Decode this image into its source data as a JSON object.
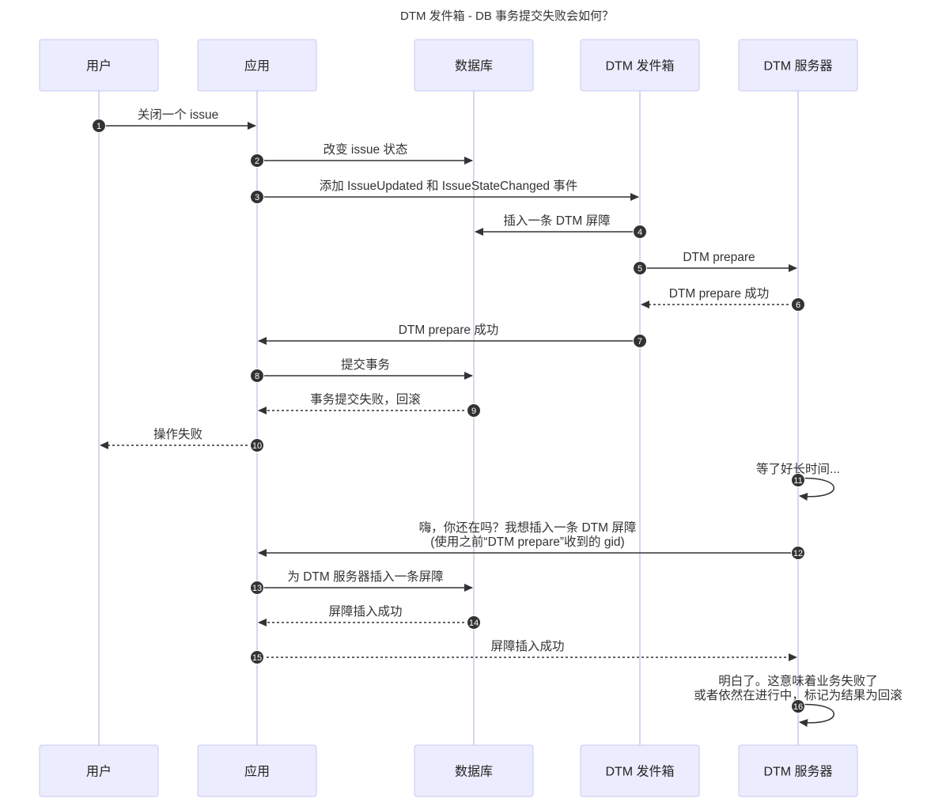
{
  "title": "DTM 发件箱 - DB 事务提交失败会如何？",
  "participants": [
    {
      "id": "user",
      "label": "用户"
    },
    {
      "id": "app",
      "label": "应用"
    },
    {
      "id": "db",
      "label": "数据库"
    },
    {
      "id": "outbox",
      "label": "DTM 发件箱"
    },
    {
      "id": "server",
      "label": "DTM 服务器"
    }
  ],
  "messages": [
    {
      "num": "1",
      "from": "user",
      "to": "app",
      "style": "solid",
      "lines": [
        "关闭一个 issue"
      ]
    },
    {
      "num": "2",
      "from": "app",
      "to": "db",
      "style": "solid",
      "lines": [
        "改变 issue 状态"
      ]
    },
    {
      "num": "3",
      "from": "app",
      "to": "outbox",
      "style": "solid",
      "lines": [
        "添加 IssueUpdated 和 IssueStateChanged 事件"
      ]
    },
    {
      "num": "4",
      "from": "outbox",
      "to": "db",
      "style": "solid",
      "lines": [
        "插入一条 DTM 屏障"
      ]
    },
    {
      "num": "5",
      "from": "outbox",
      "to": "server",
      "style": "solid",
      "lines": [
        "DTM prepare"
      ]
    },
    {
      "num": "6",
      "from": "server",
      "to": "outbox",
      "style": "dotted",
      "lines": [
        "DTM prepare 成功"
      ]
    },
    {
      "num": "7",
      "from": "outbox",
      "to": "app",
      "style": "solid",
      "lines": [
        "DTM prepare 成功"
      ]
    },
    {
      "num": "8",
      "from": "app",
      "to": "db",
      "style": "solid",
      "lines": [
        "提交事务"
      ]
    },
    {
      "num": "9",
      "from": "db",
      "to": "app",
      "style": "dotted",
      "lines": [
        "事务提交失败，回滚"
      ]
    },
    {
      "num": "10",
      "from": "app",
      "to": "user",
      "style": "dotted",
      "lines": [
        "操作失败"
      ]
    },
    {
      "num": "11",
      "from": "server",
      "to": "server",
      "style": "solid",
      "lines": [
        "等了好长时间..."
      ]
    },
    {
      "num": "12",
      "from": "server",
      "to": "app",
      "style": "solid",
      "lines": [
        "嗨，你还在吗？我想插入一条 DTM 屏障",
        "(使用之前“DTM prepare”收到的 gid)"
      ]
    },
    {
      "num": "13",
      "from": "app",
      "to": "db",
      "style": "solid",
      "lines": [
        "为 DTM 服务器插入一条屏障"
      ]
    },
    {
      "num": "14",
      "from": "db",
      "to": "app",
      "style": "dotted",
      "lines": [
        "屏障插入成功"
      ]
    },
    {
      "num": "15",
      "from": "app",
      "to": "server",
      "style": "dotted",
      "lines": [
        "屏障插入成功"
      ]
    },
    {
      "num": "16",
      "from": "server",
      "to": "server",
      "style": "solid",
      "lines": [
        "明白了。这意味着业务失败了",
        "或者依然在进行中，标记为结果为回滚"
      ]
    }
  ]
}
